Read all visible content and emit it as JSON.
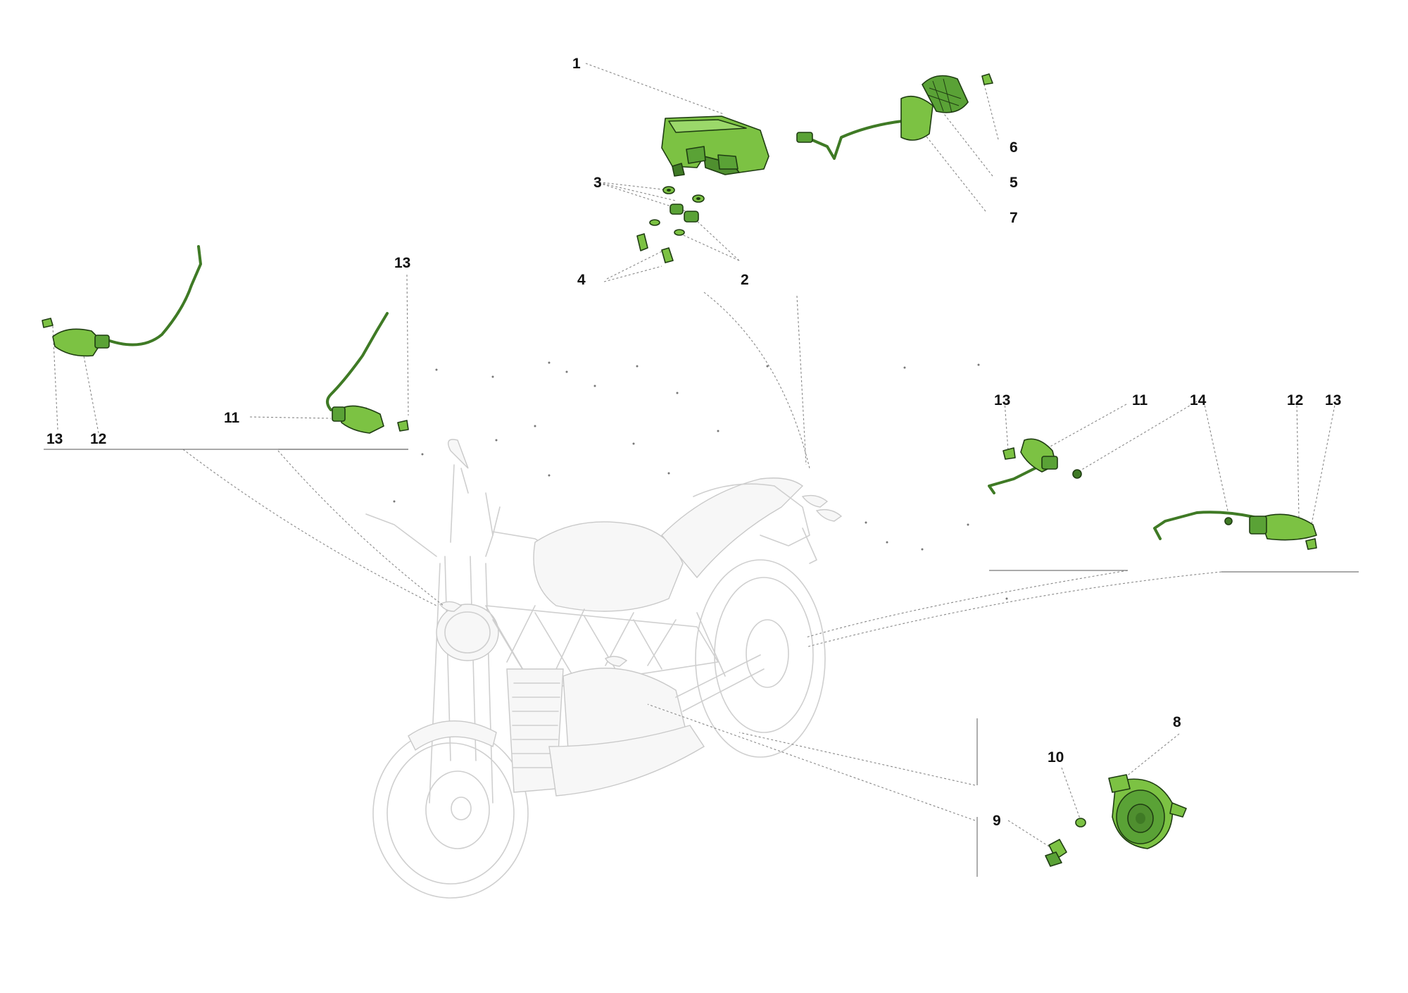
{
  "colors": {
    "highlight": "#7cc243",
    "highlight_dark": "#3f7a25",
    "outline": "#1f3d12",
    "ghost": "#cfcfcf",
    "label": "#111111"
  },
  "callouts": {
    "c1": "1",
    "c2": "2",
    "c3": "3",
    "c4": "4",
    "c5": "5",
    "c6": "6",
    "c7": "7",
    "c8": "8",
    "c9": "9",
    "c10": "10",
    "c11_left": "11",
    "c11_right": "11",
    "c12_left": "12",
    "c12_right": "12",
    "c13_left_bottom": "13",
    "c13_left_top": "13",
    "c13_right_a": "13",
    "c13_right_b": "13",
    "c14": "14"
  },
  "parts": {
    "tail_light": "tail-light-assembly",
    "license_light": "license-plate-light",
    "horn": "horn",
    "indicator": "turn-indicator"
  }
}
